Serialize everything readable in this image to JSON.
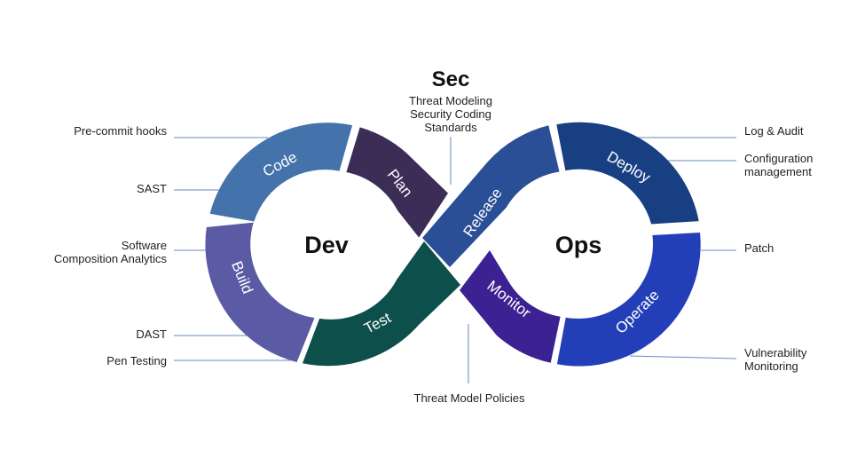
{
  "title": "Sec",
  "sec_notes": [
    "Threat Modeling",
    "Security Coding",
    "Standards"
  ],
  "center_left": "Dev",
  "center_right": "Ops",
  "segments": [
    {
      "label": "Code",
      "color": "#4472ab"
    },
    {
      "label": "Plan",
      "color": "#3b2d55"
    },
    {
      "label": "Build",
      "color": "#5b5aa5"
    },
    {
      "label": "Test",
      "color": "#0d4f4a"
    },
    {
      "label": "Release",
      "color": "#2a4f96"
    },
    {
      "label": "Deploy",
      "color": "#173f82"
    },
    {
      "label": "Monitor",
      "color": "#3b2191"
    },
    {
      "label": "Operate",
      "color": "#233fb8"
    }
  ],
  "left_items": [
    {
      "text": "Pre-commit hooks"
    },
    {
      "text": "SAST"
    },
    {
      "text": "Software"
    },
    {
      "text": "Composition Analytics"
    },
    {
      "text": "DAST"
    },
    {
      "text": "Pen Testing"
    }
  ],
  "right_items": [
    {
      "text": "Log & Audit"
    },
    {
      "text": "Configuration"
    },
    {
      "text": "management"
    },
    {
      "text": "Patch"
    },
    {
      "text": "Vulnerability"
    },
    {
      "text": "Monitoring"
    }
  ],
  "bottom_note": "Threat Model Policies",
  "connector_color": "#6a89c2"
}
